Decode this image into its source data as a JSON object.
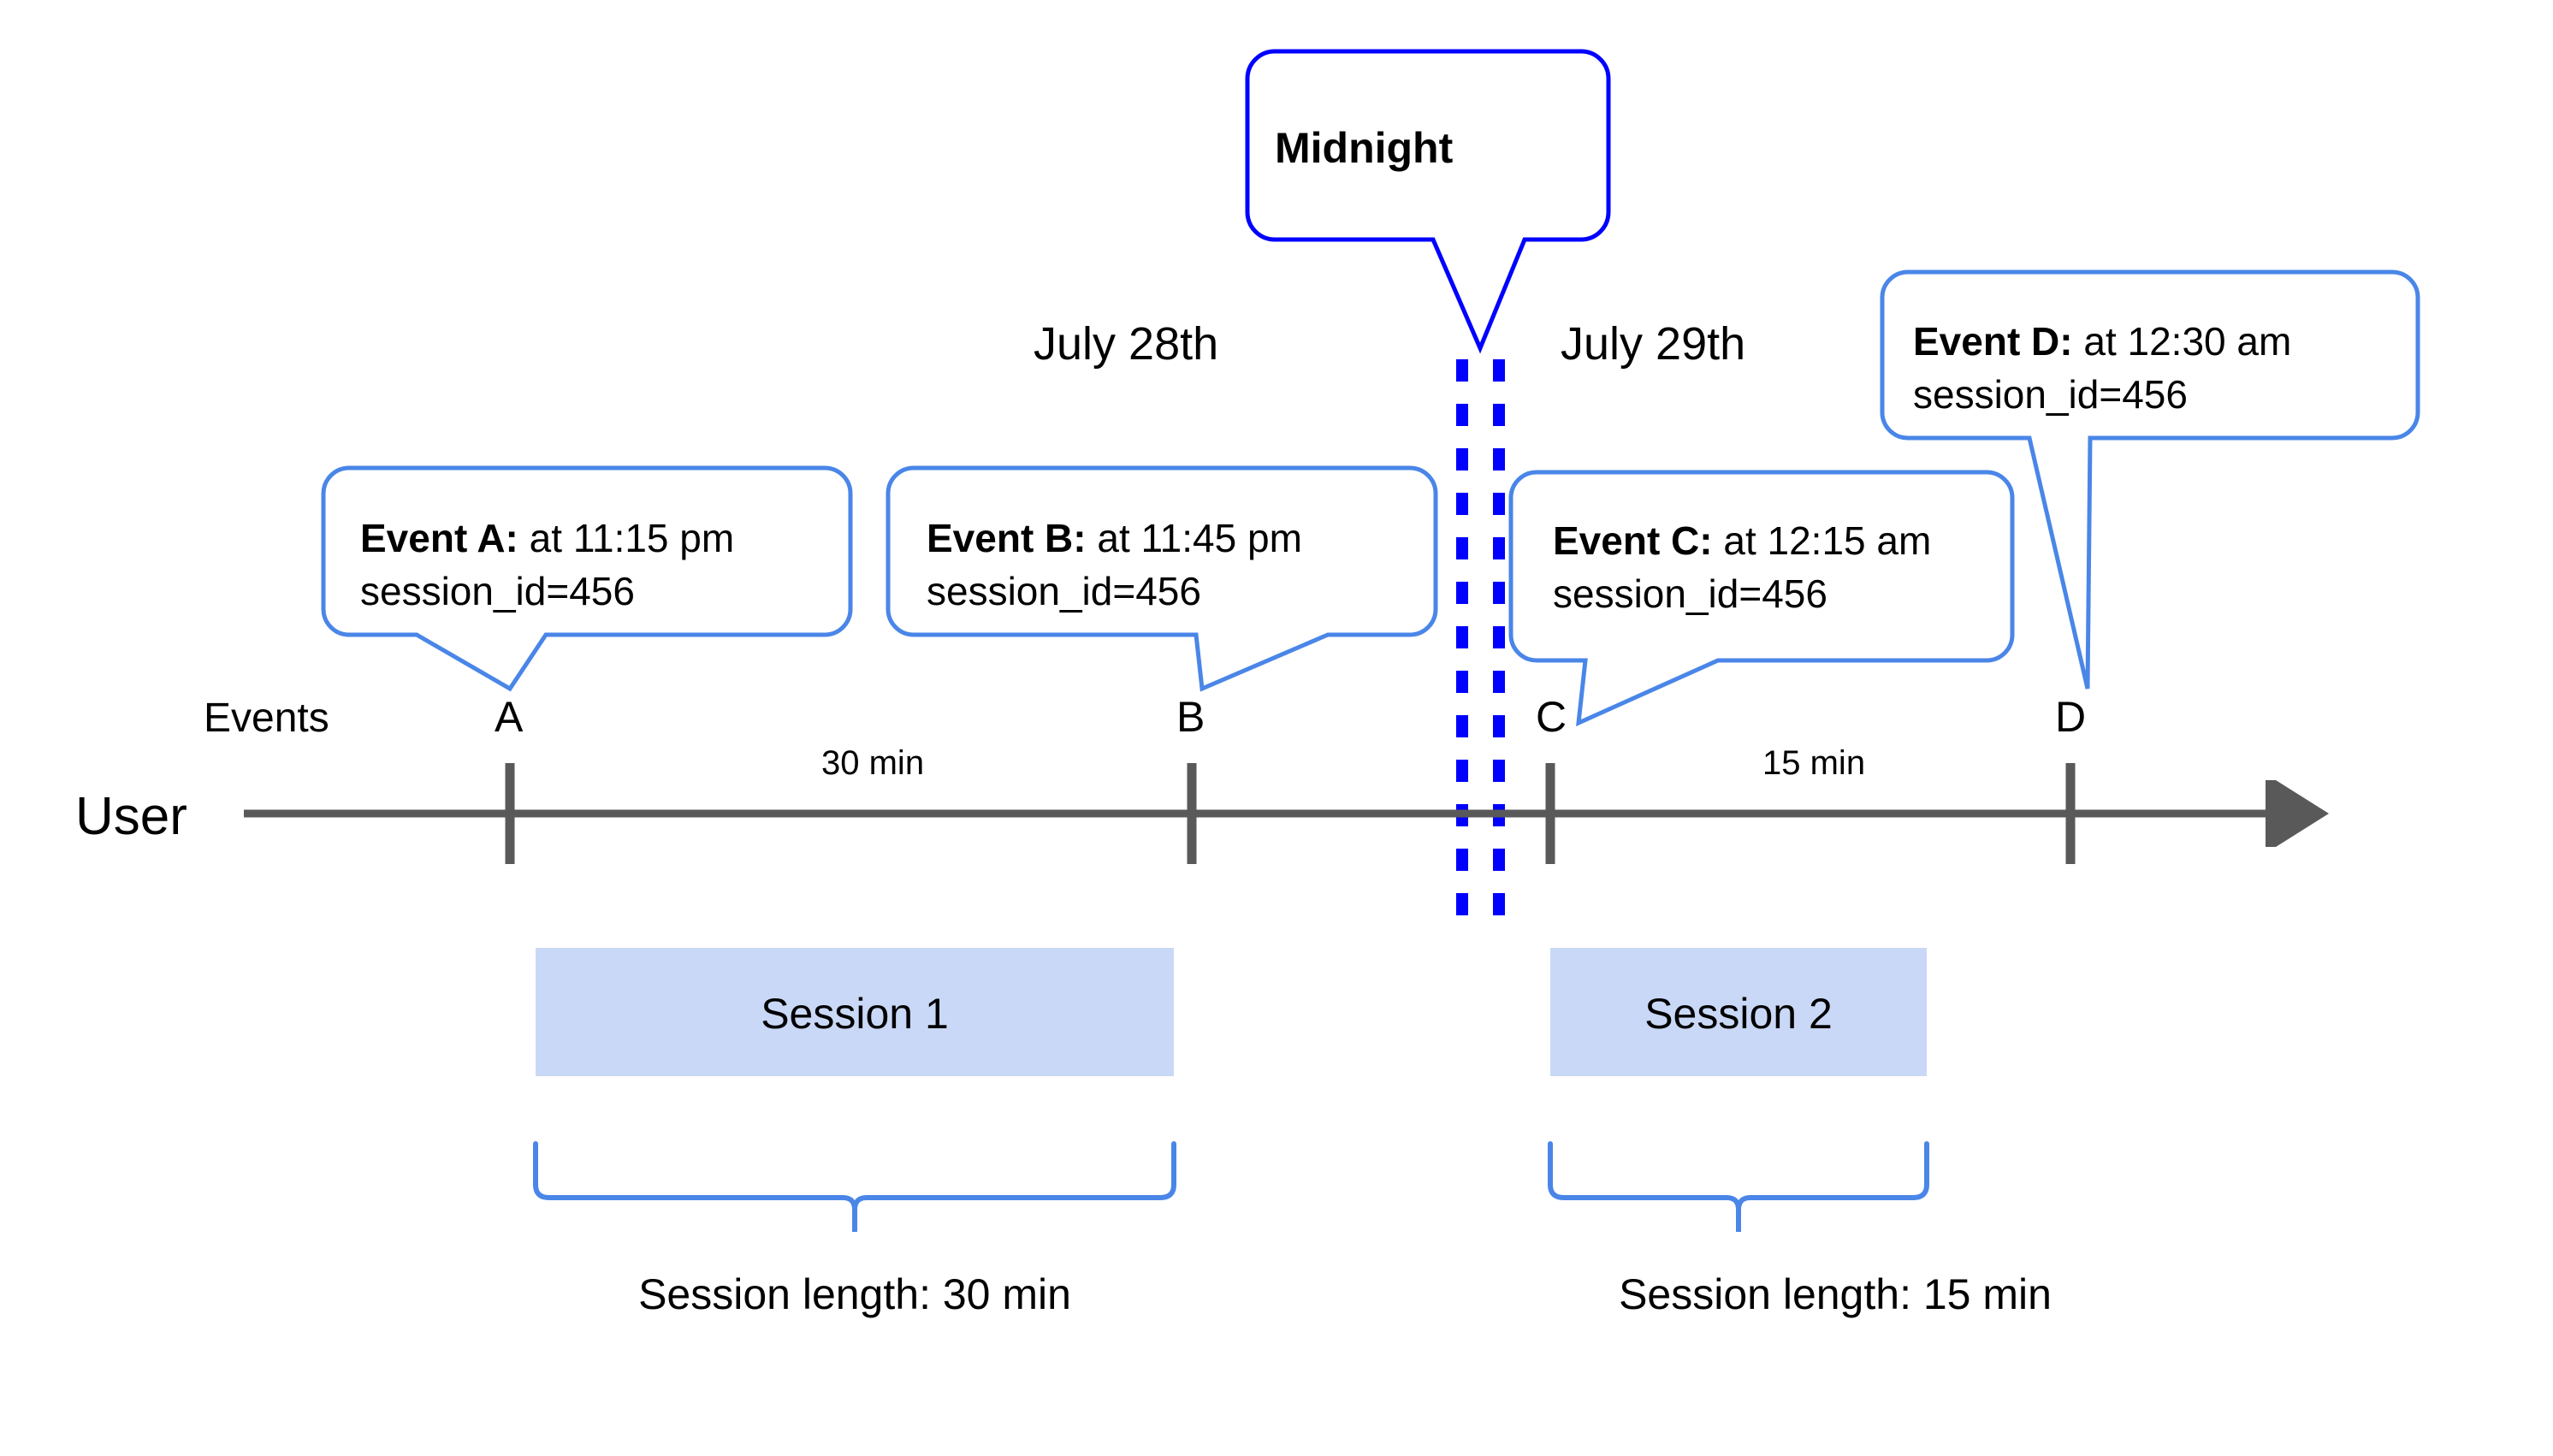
{
  "diagram": {
    "title_note": "Session splitting across midnight timeline",
    "colors": {
      "callout_border": "#4A86E8",
      "midnight_border": "#0000FF",
      "midnight_dash": "#0000FF",
      "axis": "#595959",
      "session_fill": "#C9D8F6",
      "brace": "#4A86E8",
      "text": "#000000"
    },
    "midnight_callout": {
      "label": "Midnight"
    },
    "day_labels": [
      {
        "name": "day-label-july-28",
        "text": "July 28th"
      },
      {
        "name": "day-label-july-29",
        "text": "July 29th"
      }
    ],
    "row_labels": {
      "events": "Events",
      "user": "User"
    },
    "events": [
      {
        "key": "A",
        "tick_letter": "A",
        "callout_bold": "Event A:",
        "callout_rest": " at 11:15 pm",
        "callout_line2": "session_id=456"
      },
      {
        "key": "B",
        "tick_letter": "B",
        "callout_bold": "Event B:",
        "callout_rest": " at 11:45 pm",
        "callout_line2": "session_id=456"
      },
      {
        "key": "C",
        "tick_letter": "C",
        "callout_bold": "Event C:",
        "callout_rest": " at 12:15 am",
        "callout_line2": "session_id=456"
      },
      {
        "key": "D",
        "tick_letter": "D",
        "callout_bold": "Event D:",
        "callout_rest": " at 12:30 am",
        "callout_line2": "session_id=456"
      }
    ],
    "intervals": [
      {
        "name": "interval-a-to-b",
        "text": "30 min"
      },
      {
        "name": "interval-c-to-d",
        "text": "15 min"
      }
    ],
    "sessions": [
      {
        "name": "session-1",
        "box_label": "Session 1",
        "length_label": "Session length: 30 min"
      },
      {
        "name": "session-2",
        "box_label": "Session 2",
        "length_label": "Session length: 15 min"
      }
    ]
  }
}
